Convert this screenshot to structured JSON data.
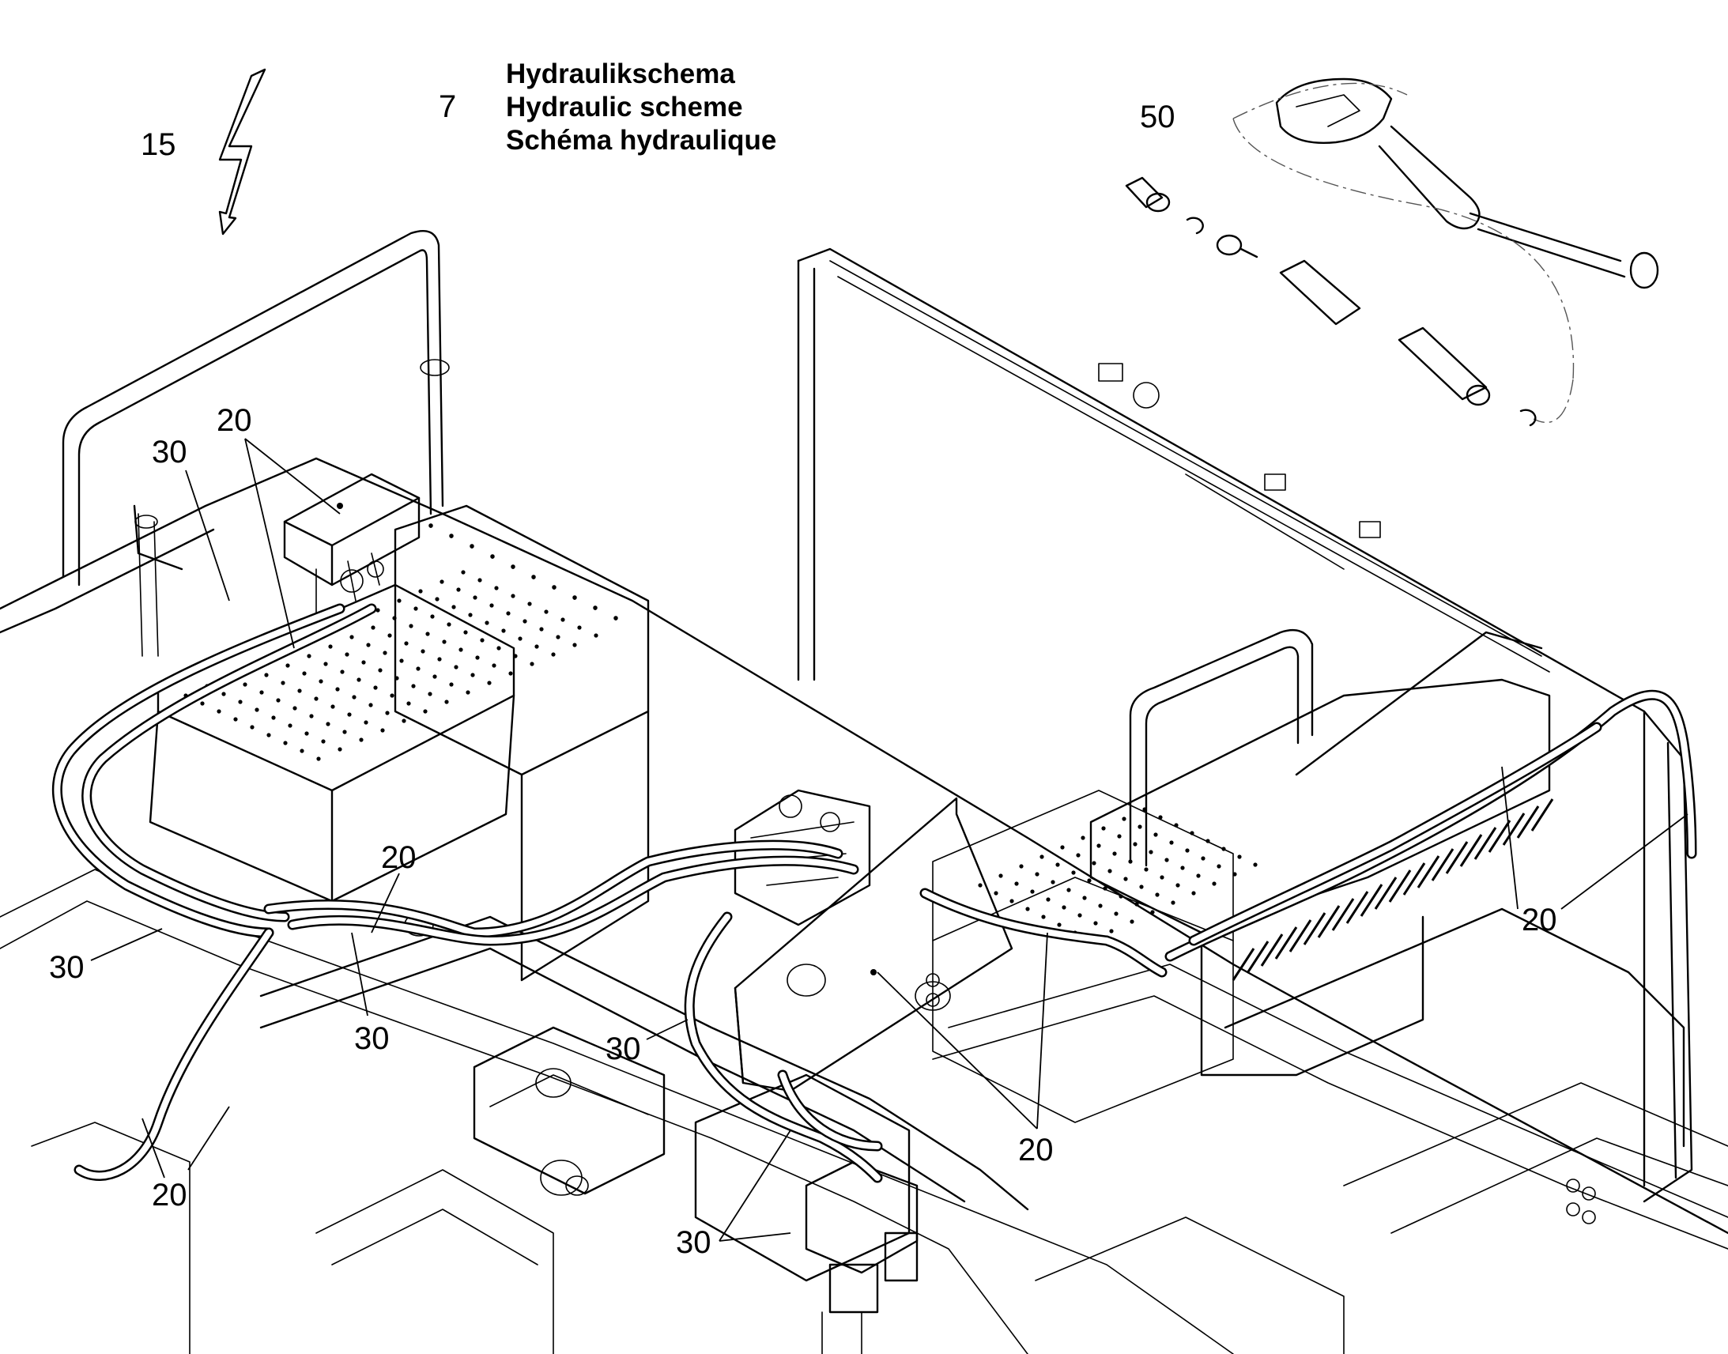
{
  "title": {
    "lines": [
      "Hydraulikschema",
      "Hydraulic scheme",
      "Schéma hydraulique"
    ]
  },
  "callouts": [
    {
      "id": "c15",
      "text": "15"
    },
    {
      "id": "c7",
      "text": "7"
    },
    {
      "id": "c50",
      "text": "50"
    },
    {
      "id": "c20a",
      "text": "20"
    },
    {
      "id": "c30a",
      "text": "30"
    },
    {
      "id": "c20b",
      "text": "20"
    },
    {
      "id": "c30b",
      "text": "30"
    },
    {
      "id": "c30c",
      "text": "30"
    },
    {
      "id": "c20c",
      "text": "20"
    },
    {
      "id": "c30d",
      "text": "30"
    },
    {
      "id": "c20d",
      "text": "20"
    },
    {
      "id": "c20e",
      "text": "20"
    },
    {
      "id": "c30e",
      "text": "30"
    },
    {
      "id": "c20f",
      "text": "20"
    }
  ],
  "icons": {
    "electric": "lightning-bolt-icon",
    "tool": "hydraulic-gun-icon"
  },
  "colors": {
    "line": "#000000",
    "background": "#ffffff"
  }
}
